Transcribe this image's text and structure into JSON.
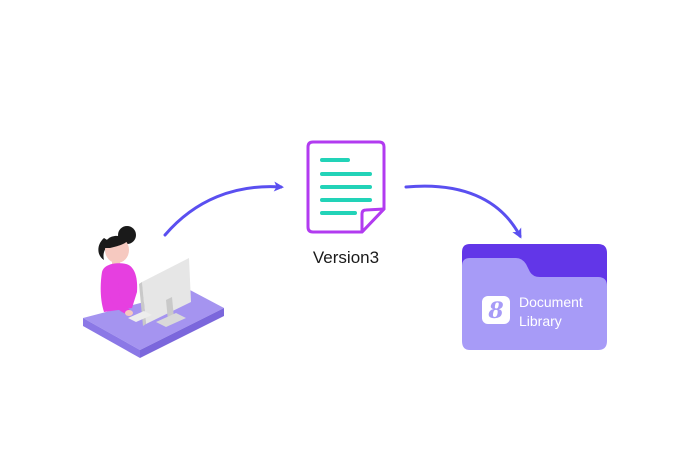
{
  "document": {
    "label": "Version3",
    "icon": "document-icon"
  },
  "library": {
    "badge": "8",
    "line1": "Document",
    "line2": "Library",
    "icon": "folder-icon"
  },
  "user": {
    "icon": "person-at-computer-icon"
  },
  "colors": {
    "arrow": "#5a4ff0",
    "doc_border": "#b23bf0",
    "doc_lines": "#22d3b8",
    "folder_back": "#6236e8",
    "folder_front": "#a79bf7",
    "folder_text": "#ffffff",
    "desk": "#a594f0",
    "shirt": "#e63fe0",
    "hair": "#1a1a1a"
  }
}
